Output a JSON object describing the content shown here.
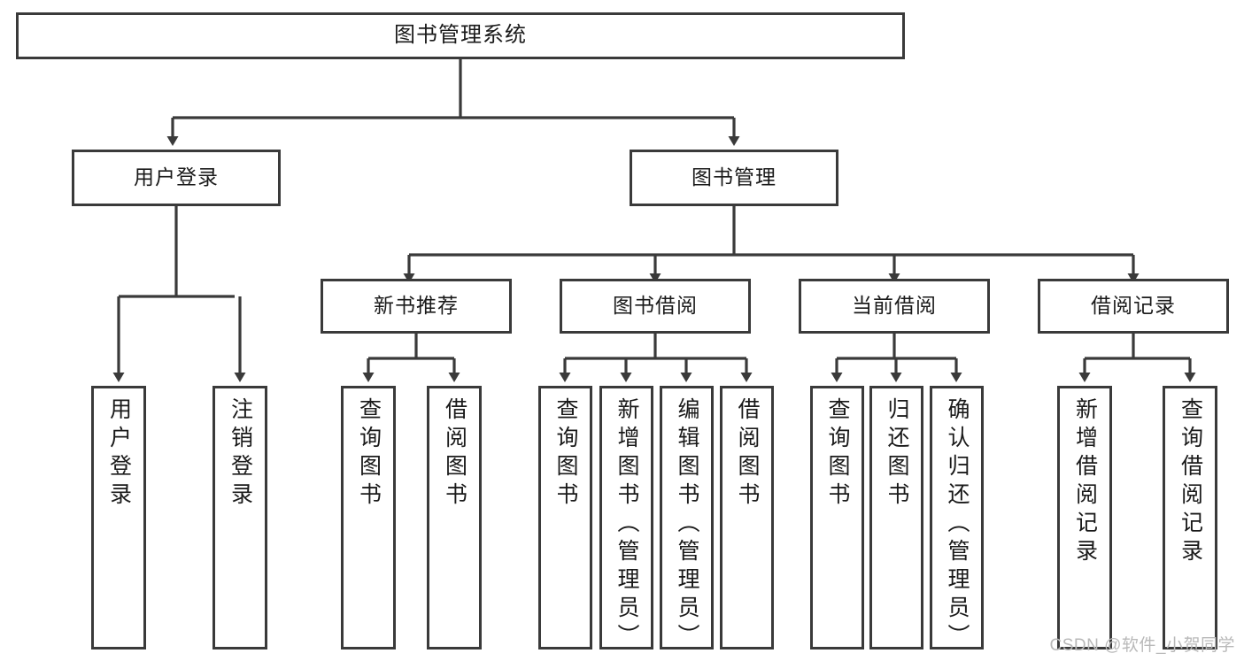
{
  "diagram": {
    "title": "图书管理系统",
    "type": "hierarchy-tree",
    "watermark": "CSDN @软件_小贺同学",
    "colors": {
      "box_border": "#3a3a3a",
      "box_fill": "#ffffff",
      "connector": "#3a3a3a",
      "text": "#1a1a1a",
      "watermark": "#b9b9b9"
    }
  },
  "nodes": {
    "root": {
      "label": "图书管理系统",
      "level": 0,
      "orientation": "horizontal"
    },
    "level1": [
      {
        "id": "user-login",
        "label": "用户登录",
        "orientation": "horizontal"
      },
      {
        "id": "book-management",
        "label": "图书管理",
        "orientation": "horizontal"
      }
    ],
    "level2": [
      {
        "id": "new-book-recommend",
        "label": "新书推荐",
        "parent": "book-management",
        "orientation": "horizontal"
      },
      {
        "id": "book-borrow",
        "label": "图书借阅",
        "parent": "book-management",
        "orientation": "horizontal"
      },
      {
        "id": "current-borrow",
        "label": "当前借阅",
        "parent": "book-management",
        "orientation": "horizontal"
      },
      {
        "id": "borrow-record",
        "label": "借阅记录",
        "parent": "book-management",
        "orientation": "horizontal"
      }
    ],
    "leaves": [
      {
        "id": "leaf-user-login",
        "label": "用户登录",
        "parent": "user-login",
        "orientation": "vertical"
      },
      {
        "id": "leaf-logout-login",
        "label": "注销登录",
        "parent": "user-login",
        "orientation": "vertical"
      },
      {
        "id": "leaf-query-book-1",
        "label": "查询图书",
        "parent": "new-book-recommend",
        "orientation": "vertical"
      },
      {
        "id": "leaf-borrow-book-1",
        "label": "借阅图书",
        "parent": "new-book-recommend",
        "orientation": "vertical"
      },
      {
        "id": "leaf-query-book-2",
        "label": "查询图书",
        "parent": "book-borrow",
        "orientation": "vertical"
      },
      {
        "id": "leaf-add-book-admin",
        "label": "新增图书（管理员）",
        "parent": "book-borrow",
        "orientation": "vertical"
      },
      {
        "id": "leaf-edit-book-admin",
        "label": "编辑图书（管理员）",
        "parent": "book-borrow",
        "orientation": "vertical"
      },
      {
        "id": "leaf-borrow-book-2",
        "label": "借阅图书",
        "parent": "book-borrow",
        "orientation": "vertical"
      },
      {
        "id": "leaf-query-book-3",
        "label": "查询图书",
        "parent": "current-borrow",
        "orientation": "vertical"
      },
      {
        "id": "leaf-return-book",
        "label": "归还图书",
        "parent": "current-borrow",
        "orientation": "vertical"
      },
      {
        "id": "leaf-confirm-return-admin",
        "label": "确认归还（管理员）",
        "parent": "current-borrow",
        "orientation": "vertical"
      },
      {
        "id": "leaf-add-borrow-record",
        "label": "新增借阅记录",
        "parent": "borrow-record",
        "orientation": "vertical"
      },
      {
        "id": "leaf-query-borrow-record",
        "label": "查询借阅记录",
        "parent": "borrow-record",
        "orientation": "vertical"
      }
    ]
  }
}
